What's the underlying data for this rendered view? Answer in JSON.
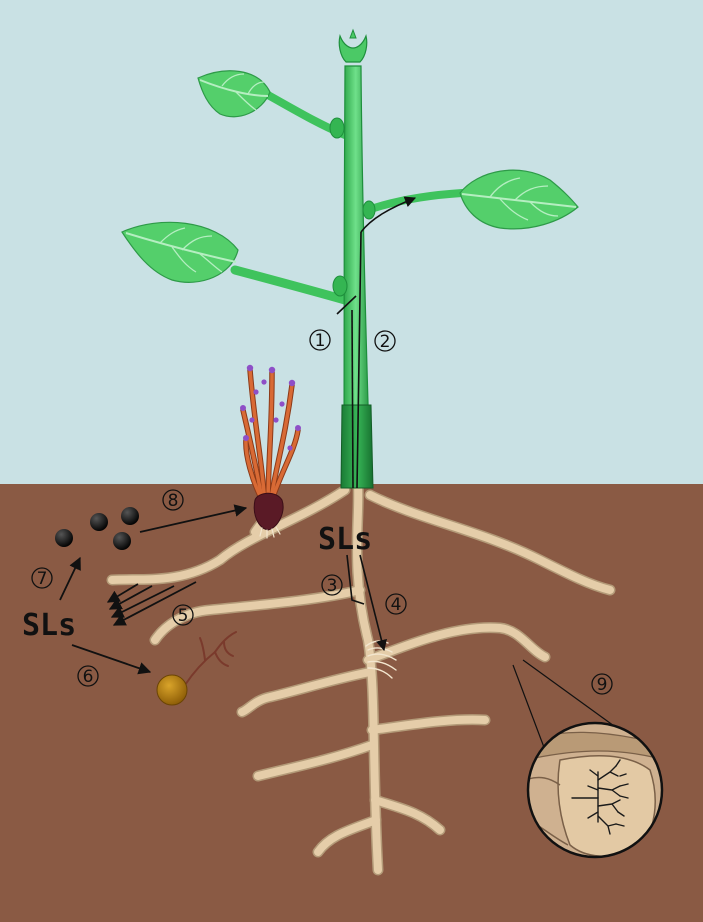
{
  "colors": {
    "sky": "#c9e1e4",
    "soil": "#8a5a44",
    "root": "#e5cda9",
    "root_edge": "#b39a78",
    "stem": "#3fc35d",
    "stem_dark": "#1e8f3c",
    "leaf": "#54cf6b",
    "leaf_vein": "#b5eec1",
    "parasite_stem": "#c4582b",
    "parasite_flower": "#8e4fc7",
    "parasite_base": "#5a1a26",
    "fungus_spore": "#b8860b",
    "seed": "#111111",
    "arrow": "#111111"
  },
  "icons": [
    "plant-shoot",
    "root-system",
    "parasitic-plant",
    "seed",
    "fungal-spore",
    "arbuscule-inset"
  ],
  "labels": {
    "sls_root": "SLs",
    "sls_soil": "SLs",
    "n1": "1",
    "n2": "2",
    "n3": "3",
    "n4": "4",
    "n5": "5",
    "n6": "6",
    "n7": "7",
    "n8": "8",
    "n9": "9"
  }
}
